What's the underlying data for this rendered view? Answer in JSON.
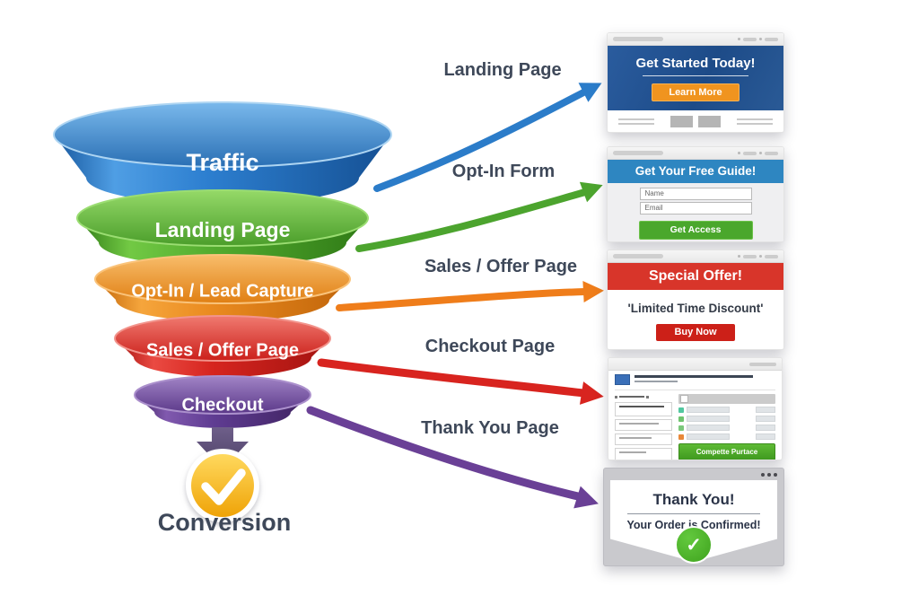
{
  "funnel": {
    "stages": [
      {
        "label": "Traffic",
        "color": "#2176c7"
      },
      {
        "label": "Landing Page",
        "color": "#47a22e"
      },
      {
        "label": "Opt-In / Lead Capture",
        "color": "#e8821b"
      },
      {
        "label": "Sales / Offer Page",
        "color": "#d8241f"
      },
      {
        "label": "Checkout",
        "color": "#5c3a8e"
      }
    ],
    "outcome": {
      "label": "Conversion",
      "badge_color": "#f2a909"
    }
  },
  "connectors": [
    {
      "label": "Landing Page",
      "color": "#2b7cc9"
    },
    {
      "label": "Opt-In Form",
      "color": "#4ca42e"
    },
    {
      "label": "Sales / Offer Page",
      "color": "#ef7d1a"
    },
    {
      "label": "Checkout Page",
      "color": "#d8241f"
    },
    {
      "label": "Thank You Page",
      "color": "#6a4096"
    }
  ],
  "mockups": {
    "landing": {
      "headline": "Get Started Today!",
      "cta": "Learn More",
      "cta_color": "#f0941f",
      "hero_color": "#1f4f8e"
    },
    "optin": {
      "headline": "Get Your Free Guide!",
      "header_color": "#2e86c1",
      "fields": [
        {
          "placeholder": "Name"
        },
        {
          "placeholder": "Email"
        }
      ],
      "cta": "Get Access",
      "cta_color": "#4aa72c"
    },
    "sales": {
      "headline": "Special Offer!",
      "header_color": "#d8352a",
      "subline": "'Limited Time Discount'",
      "cta": "Buy Now",
      "cta_color": "#cc2018"
    },
    "checkout": {
      "cta": "Compette Purtace",
      "cta_color": "#4aa22a",
      "item_colors": [
        "#52c7a0",
        "#6fc46f",
        "#7cc87c",
        "#e8883a"
      ]
    },
    "thankyou": {
      "headline": "Thank You!",
      "subline": "Your Order is Confirmed!",
      "check_color": "#46b02a"
    }
  },
  "icons": {
    "check": "✓"
  }
}
